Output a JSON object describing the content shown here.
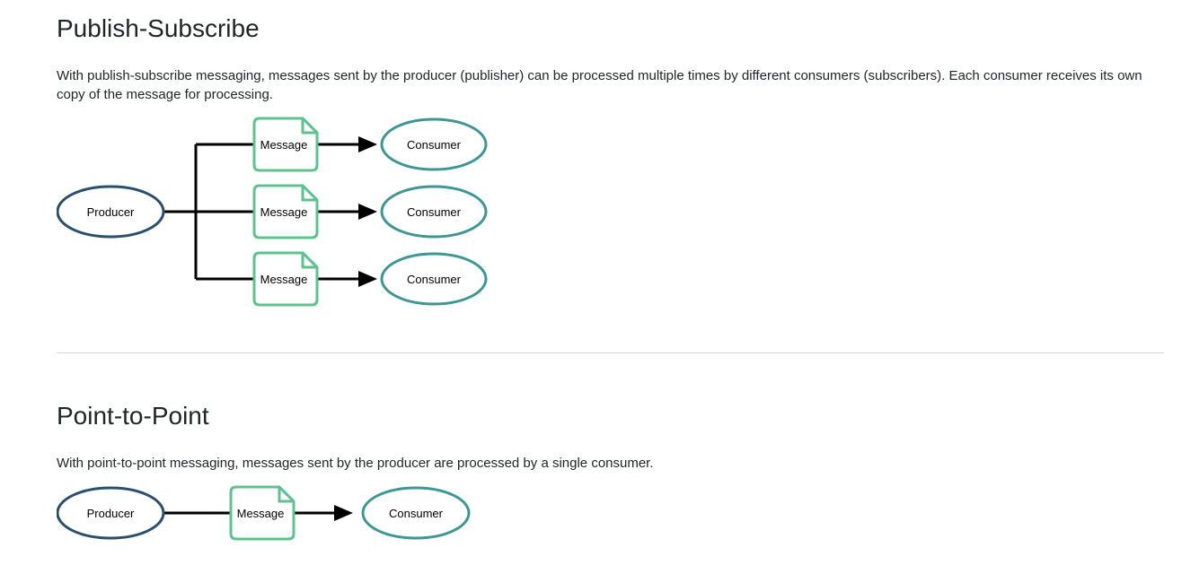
{
  "sections": [
    {
      "heading": "Publish-Subscribe",
      "paragraph": "With publish-subscribe messaging, messages sent by the producer (publisher) can be processed multiple times by different consumers (subscribers). Each consumer receives its own copy of the message for processing.",
      "diagram": {
        "producer_label": "Producer",
        "message_label": "Message",
        "consumer_label": "Consumer",
        "message_count": 3,
        "consumer_count": 3
      }
    },
    {
      "heading": "Point-to-Point",
      "paragraph": "With point-to-point messaging, messages sent by the producer are processed by a single consumer.",
      "diagram": {
        "producer_label": "Producer",
        "message_label": "Message",
        "consumer_label": "Consumer",
        "message_count": 1,
        "consumer_count": 1
      }
    }
  ],
  "colors": {
    "producer_stroke": "#28506e",
    "consumer_stroke": "#3f9696",
    "message_stroke": "#5cc38e",
    "connector": "#000000",
    "heading_text": "#212529",
    "body_text": "#212529",
    "divider": "#d5d5d5"
  }
}
